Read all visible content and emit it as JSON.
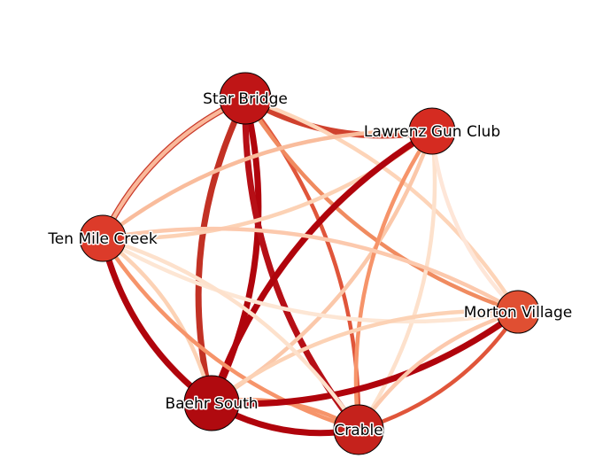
{
  "graph": {
    "nodes": [
      {
        "id": "star_bridge",
        "label": "Star Bridge",
        "color": "#bf1516"
      },
      {
        "id": "lawrenz",
        "label": "Lawrenz Gun Club",
        "color": "#d52b21"
      },
      {
        "id": "ten_mile",
        "label": "Ten Mile Creek",
        "color": "#dc3b2a"
      },
      {
        "id": "morton",
        "label": "Morton Village",
        "color": "#e04f32"
      },
      {
        "id": "baehr",
        "label": "Baehr South",
        "color": "#b00a0f"
      },
      {
        "id": "crable",
        "label": "Crable",
        "color": "#c5221c"
      }
    ],
    "edges": [
      {
        "source": "star_bridge",
        "target": "lawrenz",
        "color": "#d0412d"
      },
      {
        "source": "star_bridge",
        "target": "ten_mile",
        "color": "#c93a2a"
      },
      {
        "source": "star_bridge",
        "target": "baehr",
        "color": "#c23124"
      },
      {
        "source": "star_bridge",
        "target": "baehr",
        "color": "#b0040c"
      },
      {
        "source": "star_bridge",
        "target": "crable",
        "color": "#b60f16"
      },
      {
        "source": "star_bridge",
        "target": "crable",
        "color": "#e0553a"
      },
      {
        "source": "star_bridge",
        "target": "morton",
        "color": "#f08b60"
      },
      {
        "source": "star_bridge",
        "target": "morton",
        "color": "#fdd4b8"
      },
      {
        "source": "lawrenz",
        "target": "ten_mile",
        "color": "#f9bc9c"
      },
      {
        "source": "lawrenz",
        "target": "ten_mile",
        "color": "#fcd2b5"
      },
      {
        "source": "lawrenz",
        "target": "baehr",
        "color": "#b0040c"
      },
      {
        "source": "lawrenz",
        "target": "baehr",
        "color": "#fbc8aa"
      },
      {
        "source": "lawrenz",
        "target": "crable",
        "color": "#f6946a"
      },
      {
        "source": "lawrenz",
        "target": "crable",
        "color": "#fde1cc"
      },
      {
        "source": "lawrenz",
        "target": "morton",
        "color": "#fee6d8"
      },
      {
        "source": "ten_mile",
        "target": "baehr",
        "color": "#b0040c"
      },
      {
        "source": "ten_mile",
        "target": "baehr",
        "color": "#fcd2b5"
      },
      {
        "source": "ten_mile",
        "target": "crable",
        "color": "#f6946a"
      },
      {
        "source": "ten_mile",
        "target": "morton",
        "color": "#fde6d4"
      },
      {
        "source": "ten_mile",
        "target": "morton",
        "color": "#fcc9ad"
      },
      {
        "source": "ten_mile",
        "target": "star_bridge",
        "color": "#fab89a"
      },
      {
        "source": "baehr",
        "target": "crable",
        "color": "#b0040c"
      },
      {
        "source": "baehr",
        "target": "crable",
        "color": "#f6946a"
      },
      {
        "source": "baehr",
        "target": "morton",
        "color": "#b0040c"
      },
      {
        "source": "baehr",
        "target": "morton",
        "color": "#fcd2b5"
      },
      {
        "source": "crable",
        "target": "morton",
        "color": "#e0553a"
      },
      {
        "source": "crable",
        "target": "morton",
        "color": "#fcc9ad"
      },
      {
        "source": "ten_mile",
        "target": "crable",
        "color": "#fde1cc"
      }
    ]
  }
}
